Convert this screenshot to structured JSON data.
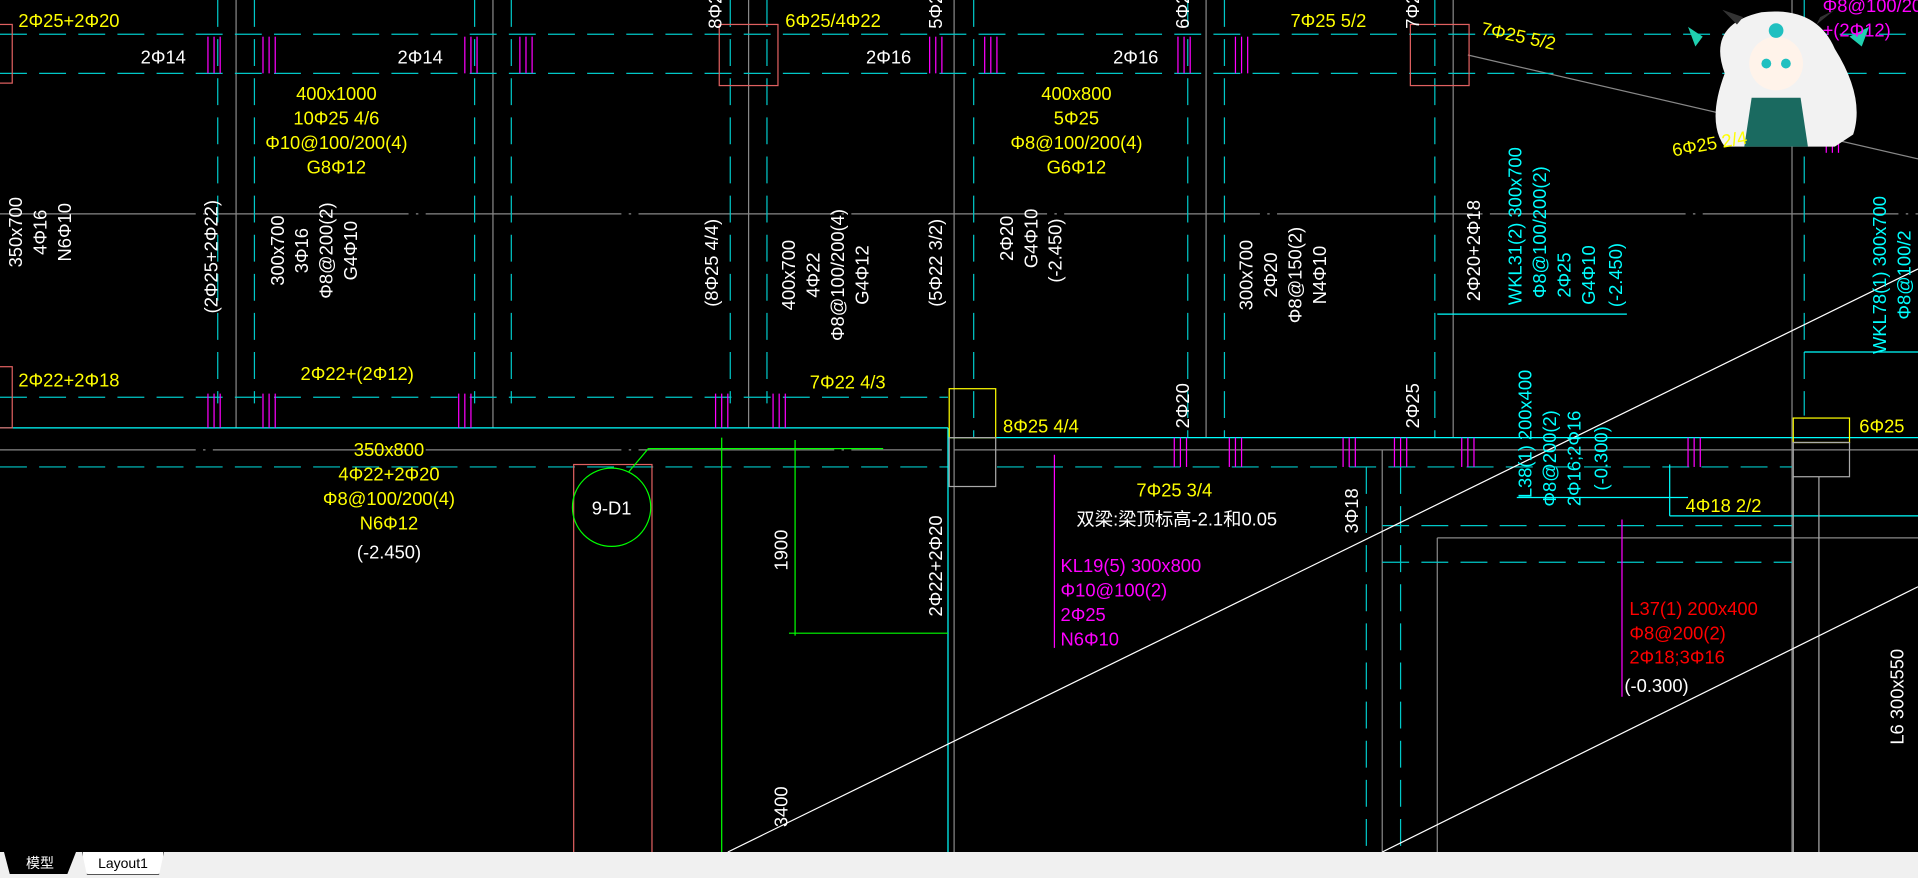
{
  "tabs": [
    {
      "label": "模型",
      "active": true
    },
    {
      "label": "Layout1",
      "active": false
    }
  ],
  "colors": {
    "background": "#000000",
    "beam_label": "#ffff00",
    "annotation": "#ffffff",
    "axis": "#00ffff",
    "frame_beam": "#ff00ff",
    "secondary_beam": "#ff0000",
    "column": "#e06060",
    "dimension": "#00ff00"
  },
  "labels": [
    "2Φ25+2Φ20",
    "6Φ25/4Φ22",
    "7Φ25 5/2",
    "7Φ25 5/2",
    "400x1000",
    "10Φ25 4/6",
    "Φ10@100/200(4)",
    "G8Φ12",
    "400x800",
    "5Φ25",
    "Φ8@100/200(4)",
    "G6Φ12",
    "2Φ22+2Φ18",
    "2Φ22+(2Φ12)",
    "7Φ22 4/3",
    "8Φ25 4/4",
    "6Φ25",
    "350x800",
    "4Φ22+2Φ20",
    "Φ8@100/200(4)",
    "N6Φ12",
    "7Φ25 3/4",
    "4Φ18 2/2",
    "6Φ25 2/4",
    "2Φ14",
    "2Φ14",
    "2Φ16",
    "2Φ16",
    "(-2.450)",
    "双梁:梁顶标高-2.1和0.05",
    "9-D1",
    "1900",
    "3400",
    "350x700",
    "4Φ16",
    "N6Φ10",
    "(2Φ25+2Φ22)",
    "300x700",
    "3Φ16",
    "Φ8@200(2)",
    "G4Φ10",
    "(8Φ25 4/4)",
    "400x700",
    "4Φ22",
    "Φ8@100/200(4)",
    "G4Φ12",
    "(5Φ22 3/2)",
    "2Φ20",
    "G4Φ10",
    "(-2.450)",
    "300x700",
    "2Φ20",
    "Φ8@150(2)",
    "N4Φ10",
    "2Φ20+2Φ18",
    "2Φ20",
    "2Φ25",
    "2Φ22+2Φ20",
    "3Φ18",
    "8Φ25",
    "5Φ25",
    "6Φ25",
    "7Φ25",
    "WKL31(2) 300x700",
    "Φ8@100/200(2)",
    "2Φ25",
    "G4Φ10",
    "(-2.450)",
    "L38(1) 200x400",
    "Φ8@200(2)",
    "2Φ16;2Φ16",
    "(-0.300)",
    "WKL78(1) 300x700",
    "Φ8@100/2",
    "L6 300x550",
    "KL19(5) 300x800",
    "Φ10@100(2)",
    "2Φ25",
    "N6Φ10",
    "Φ8@100/200",
    "+(2Φ12)",
    "L37(1) 200x400",
    "Φ8@200(2)",
    "2Φ18;3Φ16",
    "(-0.300)"
  ]
}
